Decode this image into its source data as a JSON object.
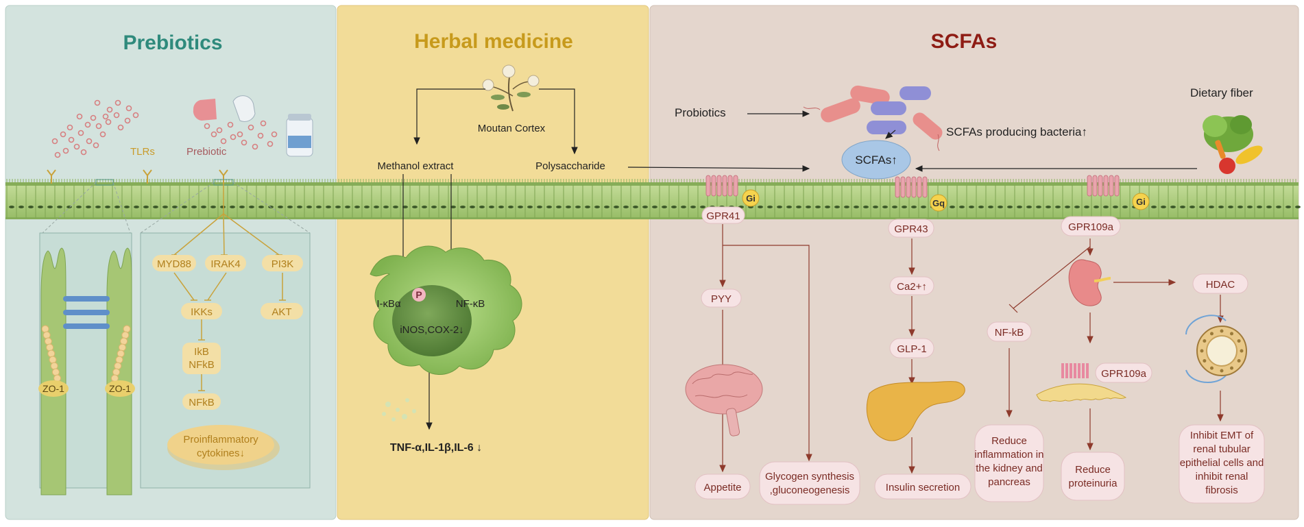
{
  "panels": {
    "prebiotics": {
      "title": "Prebiotics",
      "tlrs": "TLRs",
      "prebiotic": "Prebiotic",
      "zo1_left": "ZO-1",
      "zo1_right": "ZO-1",
      "myd88": "MYD88",
      "irak4": "IRAK4",
      "pi3k": "PI3K",
      "ikks": "IKKs",
      "ikb": "IkB",
      "nfkb_complex": "NFkB",
      "akt": "AKT",
      "nfkb": "NFkB",
      "cytokines_line1": "Proinflammatory",
      "cytokines_line2": "cytokines↓"
    },
    "herbal": {
      "title": "Herbal medicine",
      "source": "Moutan Cortex",
      "methanol": "Methanol extract",
      "polysaccharide": "Polysaccharide",
      "ikba": "I-κBα",
      "phospho": "P",
      "nfkb": "NF-κB",
      "inos": "iNOS,COX-2↓",
      "tnf": "TNF-α,IL-1β,IL-6 ↓"
    },
    "scfas": {
      "title": "SCFAs",
      "probiotics": "Probiotics",
      "producing": "SCFAs producing bacteria↑",
      "dietary": "Dietary fiber",
      "scfas_up": "SCFAs↑",
      "gi1": "Gi",
      "gq": "Gq",
      "gi2": "Gi",
      "gpr41": "GPR41",
      "gpr43": "GPR43",
      "gpr109a": "GPR109a",
      "gpr109a_podocyte": "GPR109a",
      "pyy": "PYY",
      "ca2": "Ca2+↑",
      "glp1": "GLP-1",
      "nfkb": "NF-kB",
      "hdac": "HDAC",
      "appetite": "Appetite",
      "glycogen_line1": "Glycogen synthesis",
      "glycogen_line2": ",gluconeogenesis",
      "insulin": "Insulin secretion",
      "reduce_infl_lines": [
        "Reduce",
        "inflammation in",
        "the kidney and",
        "pancreas"
      ],
      "reduce_prot_lines": [
        "Reduce",
        "proteinuria"
      ],
      "emt_lines": [
        "Inhibit EMT of",
        "renal tubular",
        "epithelial cells and",
        "inhibit renal",
        "fibrosis"
      ]
    }
  },
  "colors": {
    "prebiotics_bg": "#d3e3de",
    "herbal_bg": "#f2dc98",
    "scfas_bg": "#e4d6cd",
    "prebiotics_title": "#2f8a7c",
    "herbal_title": "#c79a1c",
    "scfas_title": "#8e1c14",
    "pathway_brown": "#8e3a2c",
    "gold_line": "#c9a23a",
    "cell_green": "#a8c878",
    "pill_pink": "#f6e3e4",
    "pill_yellow": "#f3dfa6"
  }
}
